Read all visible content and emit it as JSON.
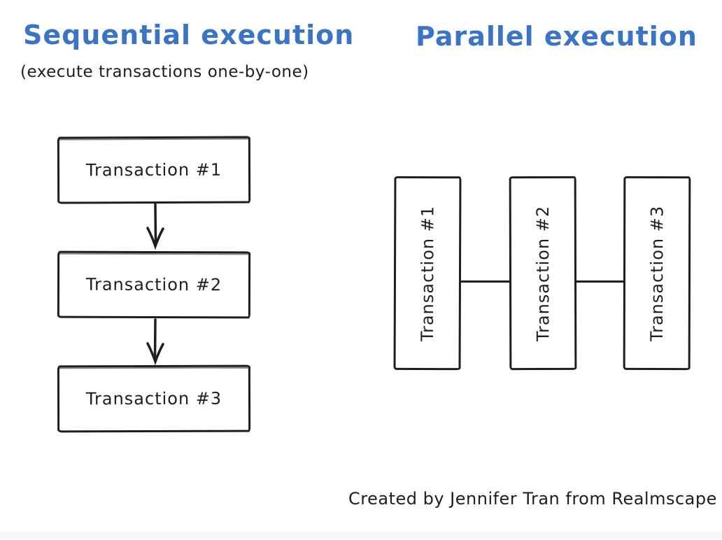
{
  "left_panel": {
    "title": "Sequential execution",
    "subtitle": "(execute transactions one-by-one)",
    "boxes": [
      {
        "label": "Transaction #1"
      },
      {
        "label": "Transaction #2"
      },
      {
        "label": "Transaction #3"
      }
    ]
  },
  "right_panel": {
    "title": "Parallel execution",
    "boxes": [
      {
        "label": "Transaction #1"
      },
      {
        "label": "Transaction #2"
      },
      {
        "label": "Transaction #3"
      }
    ]
  },
  "footer": {
    "credit": "Created by Jennifer Tran from Realmscape"
  },
  "icons": {
    "arrow_1": "arrow-down-icon",
    "arrow_2": "arrow-down-icon"
  },
  "colors": {
    "title_blue": "#3b74c4",
    "stroke": "#1e1e1e",
    "background": "#ffffff"
  }
}
